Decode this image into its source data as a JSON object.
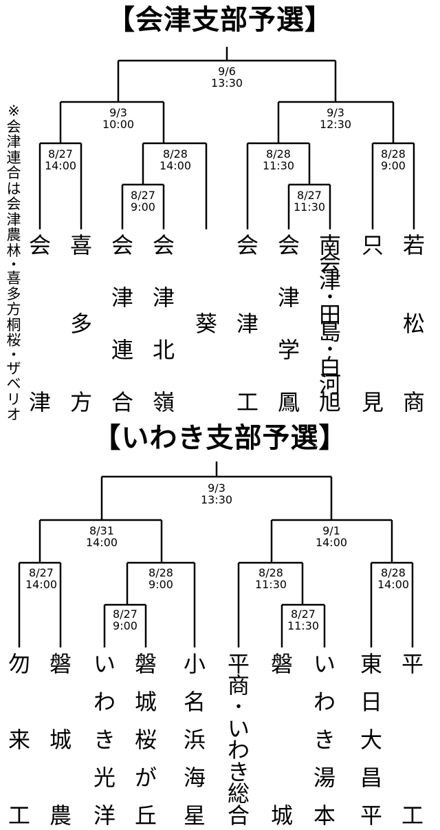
{
  "aizu": {
    "title": "【会津支部予選】",
    "dates": {
      "final": [
        "9/6",
        "13:30"
      ],
      "semi_left": [
        "9/3",
        "10:00"
      ],
      "semi_right": [
        "9/3",
        "12:30"
      ],
      "q1": [
        "8/27",
        "14:00"
      ],
      "q2": [
        "8/28",
        "14:00"
      ],
      "q3": [
        "8/28",
        "11:30"
      ],
      "q4": [
        "8/28",
        "9:00"
      ],
      "r1_left": [
        "8/27",
        "9:00"
      ],
      "r1_right": [
        "8/27",
        "11:30"
      ]
    },
    "teams": [
      "会津",
      "喜多方",
      "会津連合",
      "会津北嶺",
      "葵",
      "会津工",
      "会津学鳳",
      "南会津・田島・白河旭",
      "只見",
      "若松商"
    ],
    "note": "※会津連合は会津農林・喜多方桐桜・ザベリオ"
  },
  "iwaki": {
    "title": "【いわき支部予選】",
    "dates": {
      "final": [
        "9/3",
        "13:30"
      ],
      "semi_left": [
        "8/31",
        "14:00"
      ],
      "semi_right": [
        "9/1",
        "14:00"
      ],
      "q1": [
        "8/27",
        "14:00"
      ],
      "q2": [
        "8/28",
        "9:00"
      ],
      "q3": [
        "8/28",
        "11:30"
      ],
      "q4": [
        "8/28",
        "14:00"
      ],
      "r1_left": [
        "8/27",
        "9:00"
      ],
      "r1_right": [
        "8/27",
        "11:30"
      ]
    },
    "teams": [
      "勿来工",
      "磐城農",
      "いわき光洋",
      "磐城桜が丘",
      "小名浜海星",
      "平商・いわき総合",
      "磐城",
      "いわき湯本",
      "東日大昌平",
      "平工"
    ]
  }
}
